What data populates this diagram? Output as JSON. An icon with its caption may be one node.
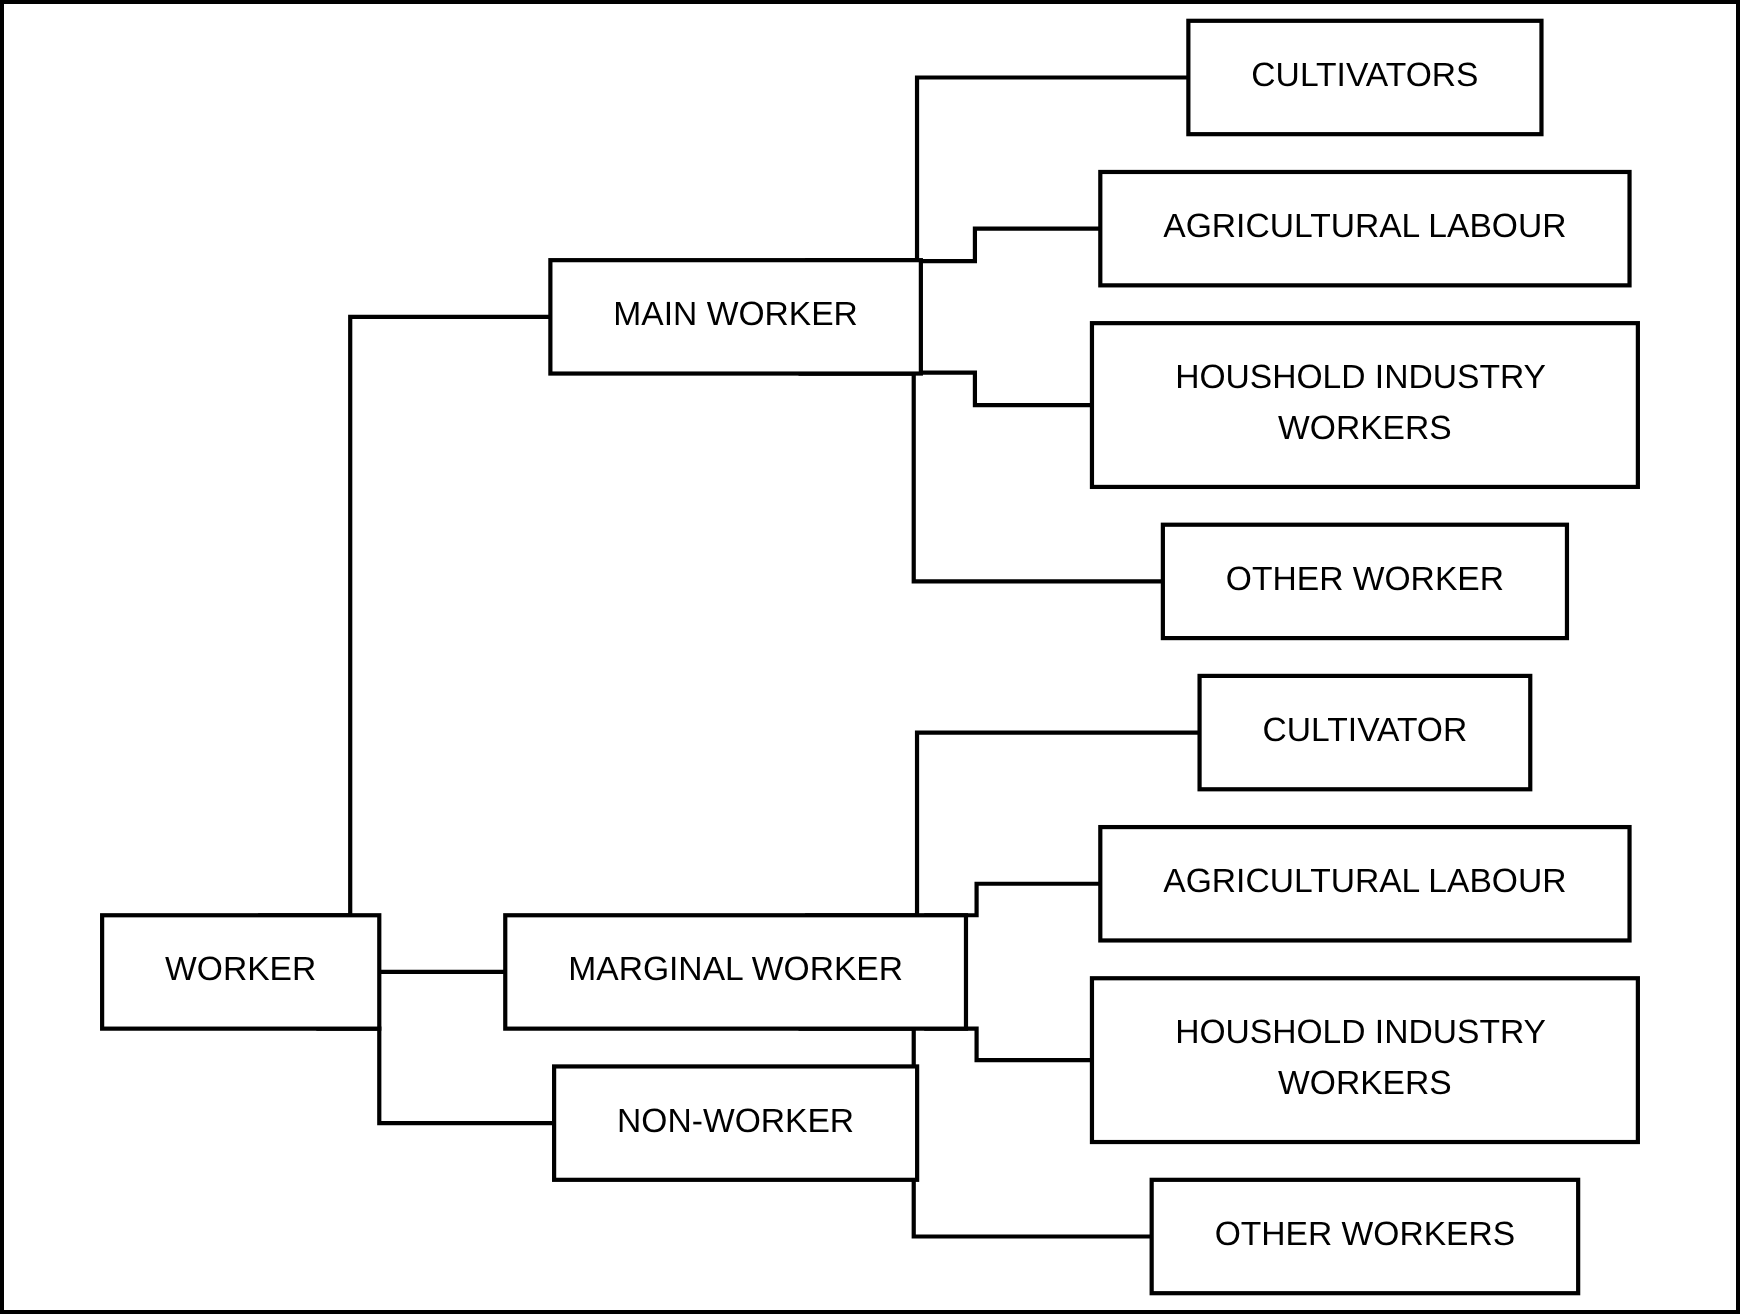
{
  "diagram": {
    "nodes": [
      {
        "text": [
          "WORKER"
        ]
      },
      {
        "text": [
          "MAIN WORKER"
        ]
      },
      {
        "text": [
          "MARGINAL WORKER"
        ]
      },
      {
        "text": [
          "NON-WORKER"
        ]
      },
      {
        "text": [
          "CULTIVATORS"
        ]
      },
      {
        "text": [
          "AGRICULTURAL LABOUR"
        ]
      },
      {
        "text": [
          "HOUSHOLD INDUSTRY WORKERS"
        ]
      },
      {
        "text": [
          "OTHER WORKER"
        ]
      },
      {
        "text": [
          "CULTIVATOR"
        ]
      },
      {
        "text": [
          "AGRICULTURAL LABOUR"
        ]
      },
      {
        "text": [
          "HOUSHOLD INDUSTRY WORKERS"
        ]
      },
      {
        "text": [
          "OTHER WORKERS"
        ]
      }
    ],
    "edges": [
      {
        "from": 0,
        "to": 1,
        "arrow": "none"
      },
      {
        "from": 0,
        "to": 2,
        "arrow": "none"
      },
      {
        "from": 0,
        "to": 3,
        "arrow": "none"
      },
      {
        "from": 1,
        "to": 4,
        "arrow": "none"
      },
      {
        "from": 1,
        "to": 5,
        "arrow": "none"
      },
      {
        "from": 1,
        "to": 6,
        "arrow": "none"
      },
      {
        "from": 1,
        "to": 7,
        "arrow": "none"
      },
      {
        "from": 2,
        "to": 8,
        "arrow": "none"
      },
      {
        "from": 2,
        "to": 9,
        "arrow": "none"
      },
      {
        "from": 2,
        "to": 10,
        "arrow": "none"
      },
      {
        "from": 2,
        "to": 11,
        "arrow": "none"
      }
    ]
  }
}
